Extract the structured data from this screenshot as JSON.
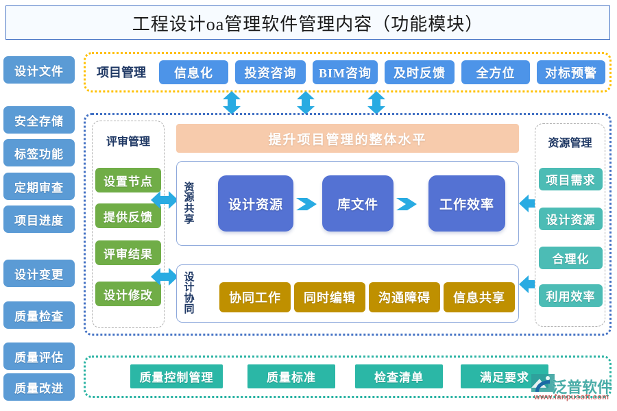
{
  "header": {
    "title": "工程设计oa管理软件管理内容（功能模块）"
  },
  "sidebar": {
    "items": [
      {
        "label": "设计文件"
      },
      {
        "label": "安全存储"
      },
      {
        "label": "标签功能"
      },
      {
        "label": "定期审查"
      },
      {
        "label": "项目进度"
      },
      {
        "label": "设计变更"
      },
      {
        "label": "质量检查"
      },
      {
        "label": "质量评估"
      },
      {
        "label": "质量改进"
      }
    ]
  },
  "top_group": {
    "label": "项目管理",
    "items": [
      {
        "label": "信息化"
      },
      {
        "label": "投资咨询"
      },
      {
        "label": "BIM咨询"
      },
      {
        "label": "及时反馈"
      },
      {
        "label": "全方位"
      },
      {
        "label": "对标预警"
      }
    ]
  },
  "middle": {
    "banner": "提升项目管理的整体水平",
    "left_panel": {
      "title": "评审管理",
      "items": [
        {
          "label": "设置节点"
        },
        {
          "label": "提供反馈"
        },
        {
          "label": "评审结果"
        },
        {
          "label": "设计修改"
        }
      ]
    },
    "right_panel": {
      "title": "资源管理",
      "items": [
        {
          "label": "项目需求"
        },
        {
          "label": "设计资源"
        },
        {
          "label": "合理化"
        },
        {
          "label": "利用效率"
        }
      ]
    },
    "flow_resource": {
      "vertical_label": "资源共享",
      "steps": [
        {
          "label": "设计资源"
        },
        {
          "label": "库文件"
        },
        {
          "label": "工作效率"
        }
      ]
    },
    "flow_collab": {
      "vertical_label": "设计协同",
      "items": [
        {
          "label": "协同工作"
        },
        {
          "label": "同时编辑"
        },
        {
          "label": "沟通障碍"
        },
        {
          "label": "信息共享"
        }
      ]
    }
  },
  "bottom_group": {
    "items": [
      {
        "label": "质量控制管理"
      },
      {
        "label": "质量标准"
      },
      {
        "label": "检查清单"
      },
      {
        "label": "满足要求"
      }
    ]
  },
  "watermark": {
    "brand": "泛普软件",
    "url": "www.fanpusoft.com"
  },
  "colors": {
    "title_border": "#4472c4",
    "sidebar_blue": "#5b9bd5",
    "top_blue": "#4d94e8",
    "green": "#70ad47",
    "teal": "#4cbcb5",
    "gold": "#bf9000",
    "process_blue": "#5472d3",
    "banner_peach": "#f7cbac",
    "arrow_cyan": "#29abe2",
    "bottom_teal": "#2bb7a6",
    "frame_yellow": "#ffc000",
    "frame_blue": "#4472c4",
    "frame_green": "#2bb3a3"
  }
}
